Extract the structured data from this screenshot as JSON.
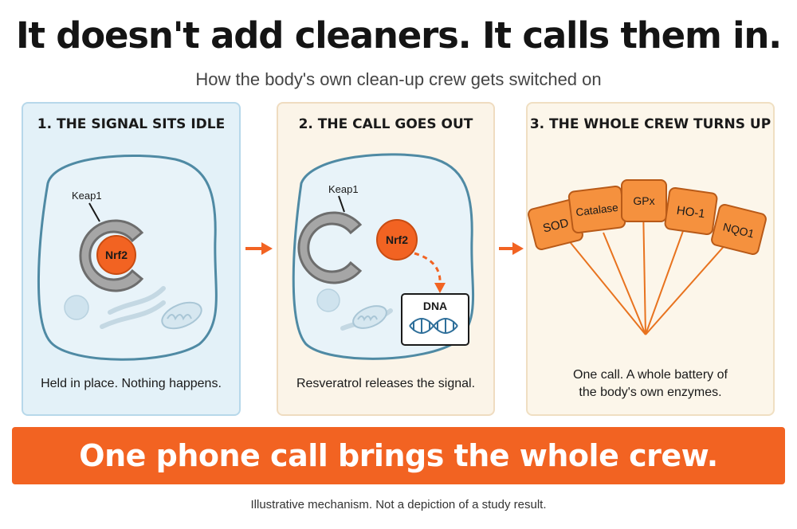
{
  "header": {
    "title": "It doesn't add cleaners. It calls them in.",
    "subtitle": "How the body's own clean-up crew gets switched on"
  },
  "panels": [
    {
      "title": "1. THE SIGNAL SITS IDLE",
      "labels": {
        "keap1": "Keap1",
        "nrf2": "Nrf2"
      },
      "caption": "Held in place. Nothing happens."
    },
    {
      "title": "2. THE CALL GOES OUT",
      "labels": {
        "keap1": "Keap1",
        "nrf2": "Nrf2",
        "dna": "DNA"
      },
      "caption": "Resveratrol releases the signal."
    },
    {
      "title": "3. THE WHOLE CREW TURNS UP",
      "enzymes": [
        "SOD",
        "Catalase",
        "GPx",
        "HO-1",
        "NQO1"
      ],
      "caption_line1": "One call. A whole battery of",
      "caption_line2": "the body's own enzymes."
    }
  ],
  "banner": {
    "text": "One phone call brings the whole crew."
  },
  "footer": {
    "note": "Illustrative mechanism. Not a depiction of a study result."
  },
  "colors": {
    "accent_orange": "#f26322",
    "enzyme_fill": "#f5913e",
    "cell_outline": "#4f8aa4",
    "keap1_gray": "#8e8e8e",
    "panel1_bg": "#e3f1f8",
    "panel2_bg": "#fbf4e8"
  },
  "icons": [
    "arrow-right-icon",
    "dna-helix-icon",
    "mitochondrion-icon",
    "vesicle-icon"
  ]
}
